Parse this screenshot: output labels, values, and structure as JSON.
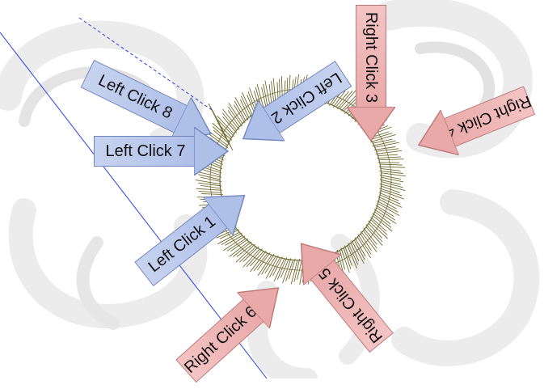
{
  "colors": {
    "left_click": "#b8c8ee",
    "right_click": "#efb6b6",
    "stitch": "#6f6a2e",
    "guide_line": "#2a3fe0"
  },
  "arrows": [
    {
      "id": "left-click-8",
      "label": "Left Click 8",
      "type": "left"
    },
    {
      "id": "left-click-2",
      "label": "Left Click 2",
      "type": "left"
    },
    {
      "id": "left-click-7",
      "label": "Left Click 7",
      "type": "left"
    },
    {
      "id": "left-click-1",
      "label": "Left Click 1",
      "type": "left"
    },
    {
      "id": "right-click-3",
      "label": "Right Click 3",
      "type": "right"
    },
    {
      "id": "right-click-4",
      "label": "Right Click 4",
      "type": "right"
    },
    {
      "id": "right-click-5",
      "label": "Right Click 5",
      "type": "right"
    },
    {
      "id": "right-click-6",
      "label": "Right Click 6",
      "type": "right"
    }
  ]
}
